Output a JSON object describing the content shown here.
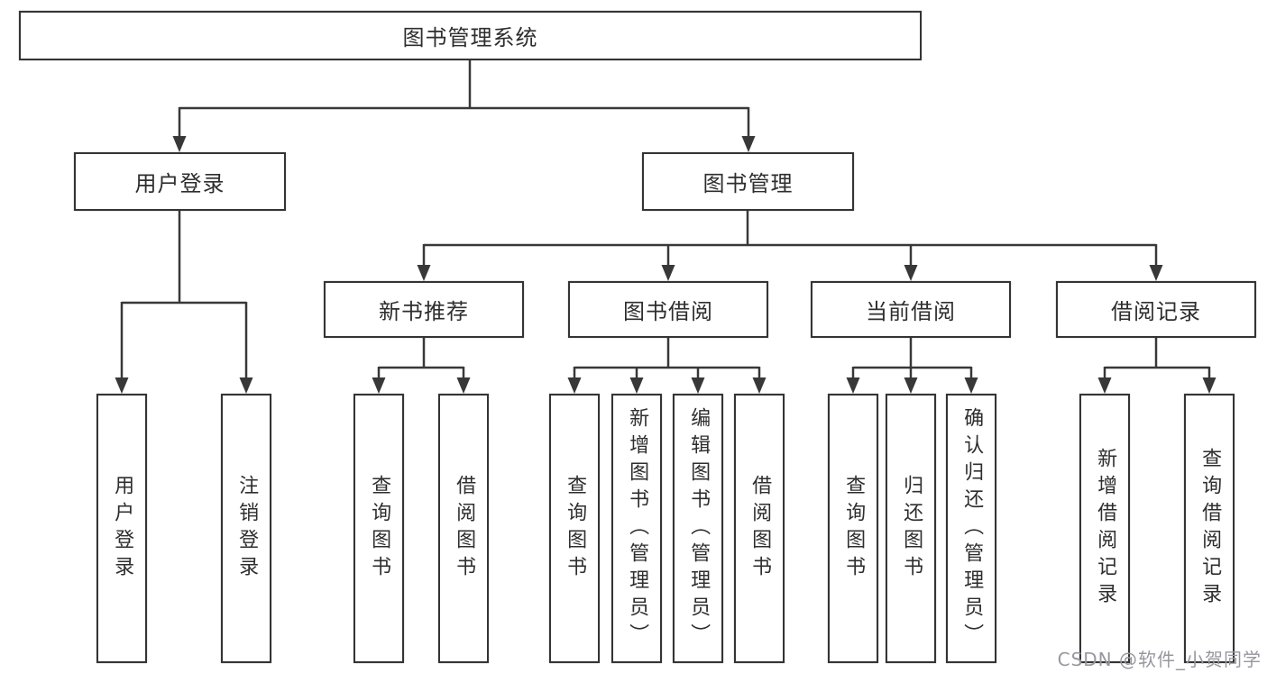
{
  "tree": {
    "label": "图书管理系统",
    "children": [
      {
        "label": "用户登录",
        "children": [
          {
            "label": "用户登录"
          },
          {
            "label": "注销登录"
          }
        ]
      },
      {
        "label": "图书管理",
        "children": [
          {
            "label": "新书推荐",
            "children": [
              {
                "label": "查询图书"
              },
              {
                "label": "借阅图书"
              }
            ]
          },
          {
            "label": "图书借阅",
            "children": [
              {
                "label": "查询图书"
              },
              {
                "label": "新增图书（管理员）"
              },
              {
                "label": "编辑图书（管理员）"
              },
              {
                "label": "借阅图书"
              }
            ]
          },
          {
            "label": "当前借阅",
            "children": [
              {
                "label": "查询图书"
              },
              {
                "label": "归还图书"
              },
              {
                "label": "确认归还（管理员）"
              }
            ]
          },
          {
            "label": "借阅记录",
            "children": [
              {
                "label": "新增借阅记录"
              },
              {
                "label": "查询借阅记录"
              }
            ]
          }
        ]
      }
    ]
  },
  "watermark": {
    "text": "CSDN @软件_小贺同学"
  },
  "colors": {
    "line": "#383838",
    "box_border": "#343434",
    "text": "#2e2e2e",
    "background": "#ffffff",
    "watermark": "#97979f"
  }
}
